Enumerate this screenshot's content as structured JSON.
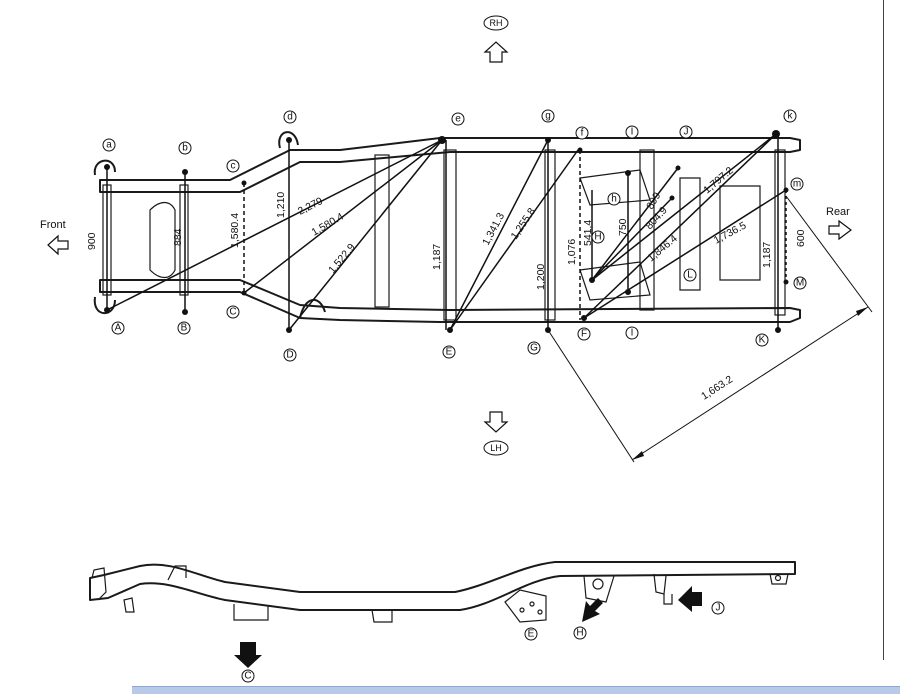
{
  "directions": {
    "top": "RH",
    "bottom": "LH",
    "left": "Front",
    "right": "Rear"
  },
  "points": {
    "upper": [
      "a",
      "b",
      "c",
      "d",
      "e",
      "g",
      "f",
      "I",
      "J",
      "k",
      "m"
    ],
    "lower": [
      "A",
      "B",
      "C",
      "D",
      "E",
      "G",
      "F",
      "I",
      "K",
      "M",
      "L",
      "H",
      "h"
    ]
  },
  "dimensions": {
    "A_a": "900",
    "B_b": "884",
    "C_c": "1,580.4",
    "D_d": "1,210",
    "A_e": "2,279",
    "C_e": "1,580.4",
    "D_e": "1,522.9",
    "E_e": "1,187",
    "E_g": "1,341.3",
    "E_f": "1,255.8",
    "G_g": "1,200",
    "F_f": "1,076",
    "h_H": "541.4",
    "I_I": "750",
    "H_J": "899",
    "H_J2": "804.9",
    "H_k": "1,797.2",
    "F_k": "1,846.4",
    "F_m": "1,736.5",
    "K_k": "1,187",
    "M_m": "600",
    "G_K": "1,663.2"
  },
  "side_view": {
    "arrows": [
      "C",
      "E",
      "H",
      "J"
    ]
  }
}
